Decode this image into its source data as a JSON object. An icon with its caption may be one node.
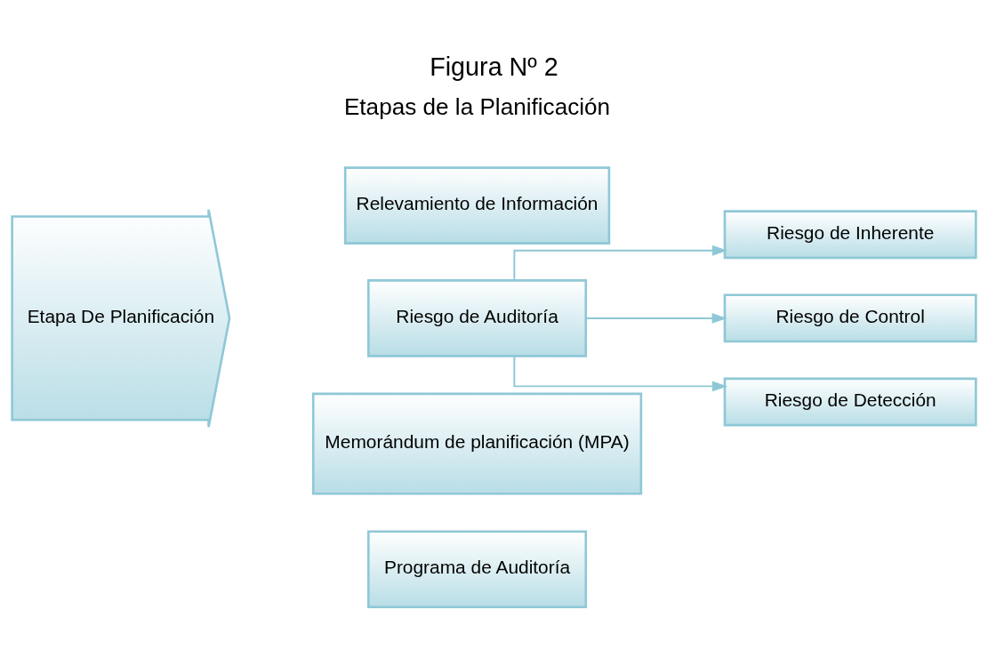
{
  "diagram": {
    "title": "Figura Nº 2",
    "nodes": [
      {
        "text": [
          "Etapa De Planificación"
        ]
      },
      {
        "text": [
          "Relevamiento de Información"
        ]
      },
      {
        "text": [
          "Riesgo de Auditoría"
        ]
      },
      {
        "text": [
          "Memorándum de planificación (MPA)"
        ]
      },
      {
        "text": [
          "Programa de Auditoría"
        ]
      },
      {
        "text": [
          "Riesgo de Inherente"
        ]
      },
      {
        "text": [
          "Riesgo de Control"
        ]
      },
      {
        "text": [
          "Riesgo de Detección"
        ]
      }
    ],
    "edges": [
      {
        "from": 2,
        "to": 5,
        "arrow": "to"
      },
      {
        "from": 2,
        "to": 6,
        "arrow": "to"
      },
      {
        "from": 2,
        "to": 7,
        "arrow": "to"
      }
    ],
    "labels": [
      "Etapas de la Planificación"
    ]
  }
}
